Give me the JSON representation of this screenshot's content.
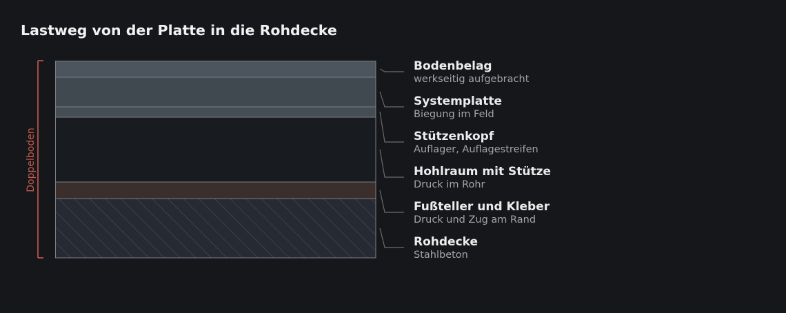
{
  "title": "Lastweg von der Platte in die Rohdecke",
  "bracket_label": "Doppelboden",
  "colors": {
    "background": "#16171a",
    "bracket": "#c9594f",
    "bodenbelag": "#4c545d",
    "systemplatte": "#414950",
    "stuetzenkopf": "#454d55",
    "hohlraum": "#181c20",
    "fussteller": "#3a2f2a",
    "rohdecke": "#262a32",
    "hatch": "#4c5565",
    "outline": "#7b7f85",
    "leader": "#686b70"
  },
  "layers": [
    {
      "name": "Bodenbelag",
      "detail": "werkseitig aufgebracht"
    },
    {
      "name": "Systemplatte",
      "detail": "Biegung im Feld"
    },
    {
      "name": "Stützenkopf",
      "detail": "Auflager, Auflagestreifen"
    },
    {
      "name": "Hohlraum mit Stütze",
      "detail": "Druck im Rohr"
    },
    {
      "name": "Fußteller und Kleber",
      "detail": "Druck und Zug am Rand"
    },
    {
      "name": "Rohdecke",
      "detail": "Stahlbeton"
    }
  ]
}
